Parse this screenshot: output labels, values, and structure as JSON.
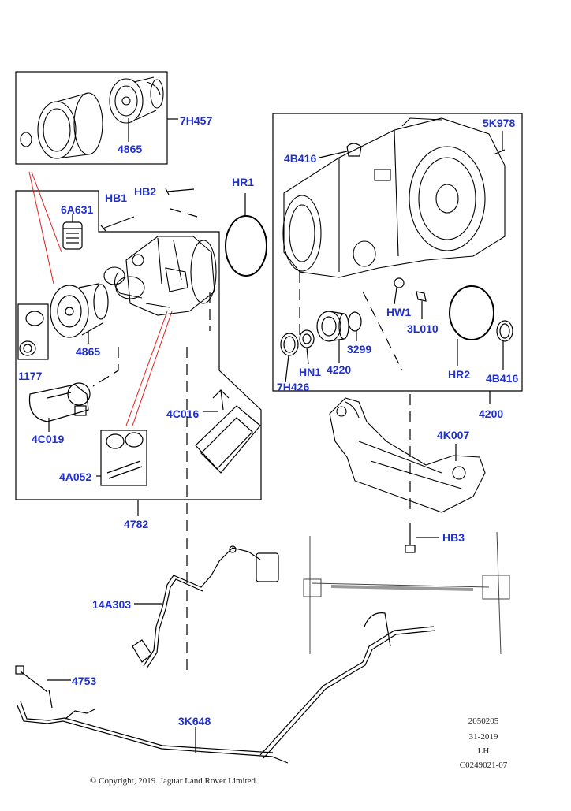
{
  "diagram": {
    "callouts": {
      "c_7H457": "7H457",
      "c_4865_top": "4865",
      "c_HB1": "HB1",
      "c_HB2": "HB2",
      "c_HR1": "HR1",
      "c_6A631": "6A631",
      "c_4B416_top": "4B416",
      "c_5K978": "5K978",
      "c_4865_mid": "4865",
      "c_1177": "1177",
      "c_HW1": "HW1",
      "c_3L010": "3L010",
      "c_3299": "3299",
      "c_HN1": "HN1",
      "c_4220": "4220",
      "c_HR2": "HR2",
      "c_4B416_bot": "4B416",
      "c_7H426": "7H426",
      "c_4200": "4200",
      "c_4C016": "4C016",
      "c_4C019": "4C019",
      "c_4K007": "4K007",
      "c_4A052": "4A052",
      "c_4782": "4782",
      "c_HB3": "HB3",
      "c_14A303": "14A303",
      "c_4753": "4753",
      "c_3K648": "3K648"
    },
    "meta": {
      "line1": "2050205",
      "line2": "31-2019",
      "line3": "LH",
      "line4": "C0249021-07"
    },
    "copyright": "© Copyright, 2019. Jaguar Land Rover Limited.",
    "colors": {
      "callout": "#1f2fd0",
      "line": "#000000",
      "leader_red": "#e02020"
    }
  }
}
